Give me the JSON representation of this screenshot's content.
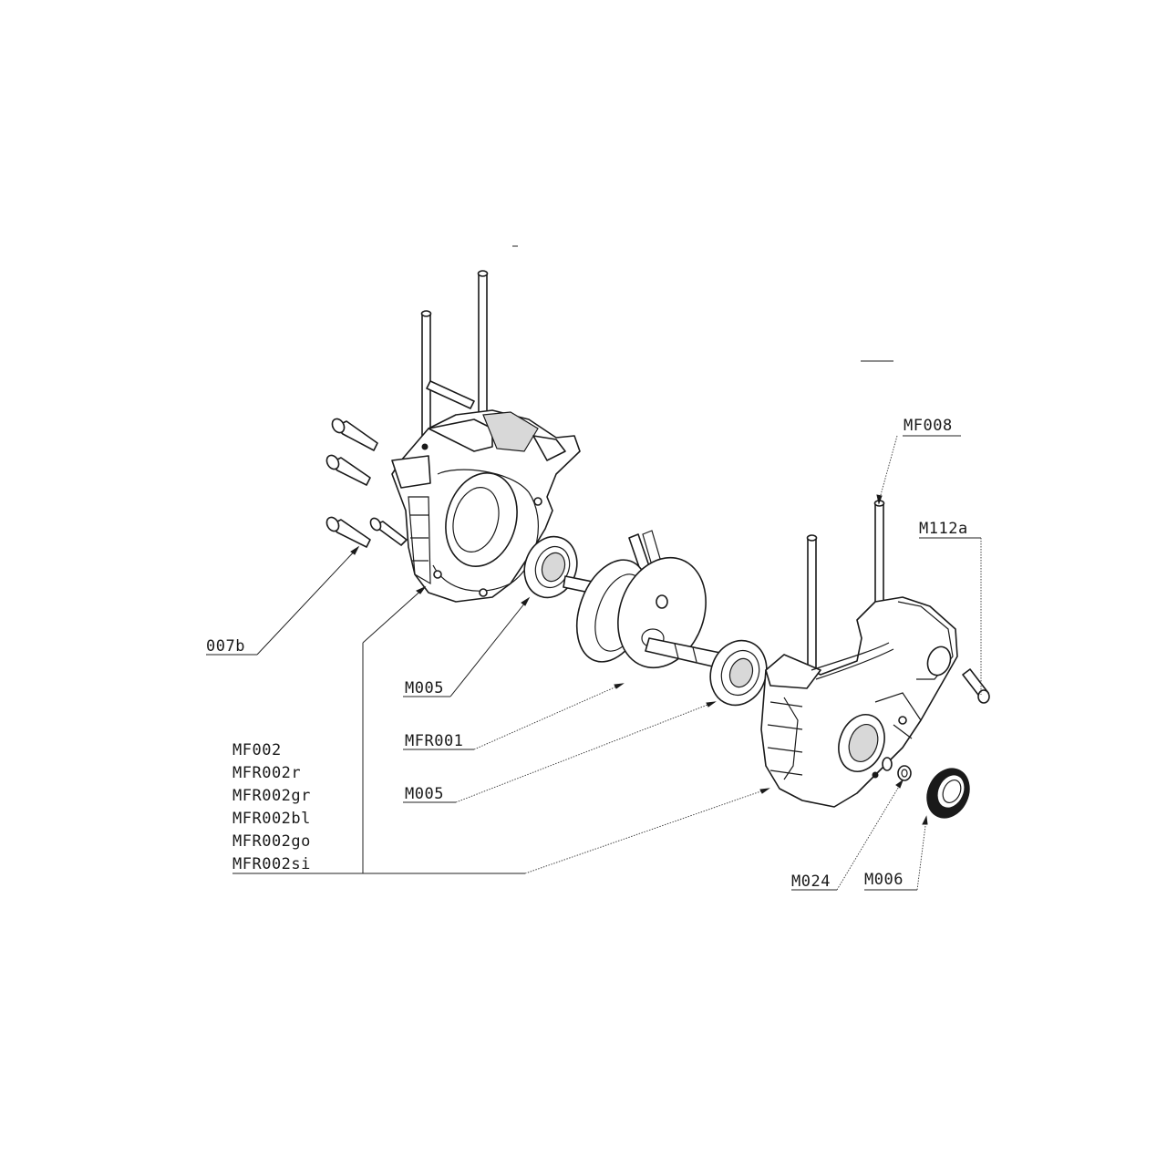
{
  "labels": {
    "m007b": "007b",
    "m005_top": "M005",
    "mfr001": "MFR001",
    "m005_bottom": "M005",
    "mf008": "MF008",
    "m112a": "M112a",
    "m024": "M024",
    "m006": "M006"
  },
  "crankcase_variants": [
    "MF002",
    "MFR002r",
    "MFR002gr",
    "MFR002bl",
    "MFR002go",
    "MFR002si"
  ],
  "icons": {
    "left_crankcase": "left-crankcase-half",
    "right_crankcase": "right-crankcase-half",
    "crankshaft": "crankshaft-assembly",
    "bearing": "ball-bearing",
    "oil_seal": "oil-seal-ring",
    "bolt": "hex-socket-bolt",
    "stud": "long-stud"
  }
}
